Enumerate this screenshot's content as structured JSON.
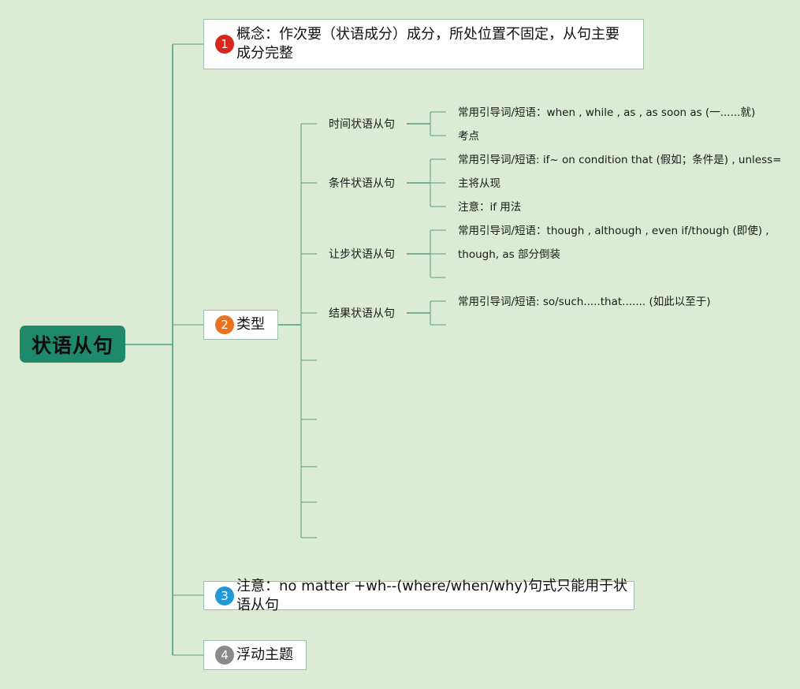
{
  "colors": {
    "background": "#dcebd3",
    "root": "#1e8a69",
    "line": "#4a9c7e",
    "badge1": "#d9261c",
    "badge2": "#e8731f",
    "badge3": "#1f9ad6",
    "badge4": "#8a8a8a"
  },
  "root": {
    "label": "状语从句"
  },
  "topics": [
    {
      "num": "1",
      "text_line1": "概念：作次要（状语成分）成分，所处位置不固定，从句主要",
      "text_line2": "成分完整"
    },
    {
      "num": "2",
      "text": "类型"
    },
    {
      "num": "3",
      "text": "注意：no matter +wh--(where/when/why)句式只能用于状语从句"
    },
    {
      "num": "4",
      "text": "浮动主题"
    }
  ],
  "types": [
    {
      "label": "时间状语从句",
      "items": [
        "常用引导词/短语：when , while , as , as soon as (一......就)",
        "考点"
      ]
    },
    {
      "label": "条件状语从句",
      "items": [
        "常用引导词/短语: if~ on condition that (假如；条件是) , unless=",
        "主将从现",
        "注意：if 用法"
      ]
    },
    {
      "label": "让步状语从句",
      "items": [
        "常用引导词/短语：though , although , even if/though (即使) ,",
        "though, as 部分倒装",
        ""
      ]
    },
    {
      "label": "结果状语从句",
      "items": [
        "常用引导词/短语: so/such.....that....... (如此以至于)",
        ""
      ]
    }
  ]
}
